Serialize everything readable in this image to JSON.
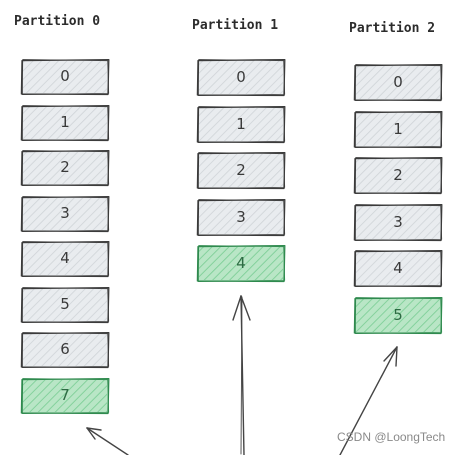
{
  "partitions": [
    {
      "title": "Partition 0",
      "offsets": [
        "0",
        "1",
        "2",
        "3",
        "4",
        "5",
        "6",
        "7"
      ],
      "new_offset": "7"
    },
    {
      "title": "Partition 1",
      "offsets": [
        "0",
        "1",
        "2",
        "3",
        "4"
      ],
      "new_offset": "4"
    },
    {
      "title": "Partition 2",
      "offsets": [
        "0",
        "1",
        "2",
        "3",
        "4",
        "5"
      ],
      "new_offset": "5"
    }
  ],
  "watermark": "CSDN @LoongTech",
  "colors": {
    "cell_fill": "#e9ecef",
    "cell_stroke": "#3b3b3b",
    "new_fill": "#b9e6c6",
    "new_stroke": "#2f8a4e",
    "arrow": "#444444"
  }
}
